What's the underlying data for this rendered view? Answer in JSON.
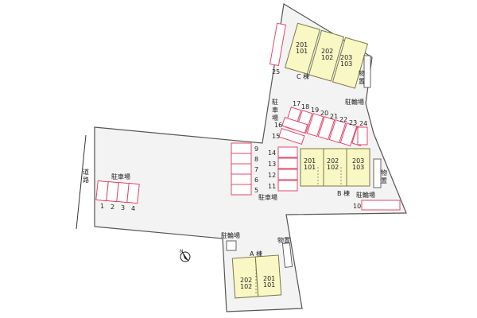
{
  "labels": {
    "road": "道路",
    "parking_left": "駐車場",
    "parking_mid": "駐車場",
    "parking_top": "駐\n車\n場",
    "bike_top": "駐輪場",
    "bike_b": "駐輪場",
    "bike_a": "駐輪場",
    "storage_c": "物\n置",
    "storage_b": "物\n置",
    "storage_a": "物置",
    "bldg_a": "A 棟",
    "bldg_b": "B 棟",
    "bldg_c": "C 棟"
  },
  "units": {
    "c": [
      {
        "top": "201",
        "bottom": "101"
      },
      {
        "top": "202",
        "bottom": "102"
      },
      {
        "top": "203",
        "bottom": "103"
      }
    ],
    "b": [
      {
        "top": "201",
        "bottom": "101"
      },
      {
        "top": "202",
        "bottom": "102"
      },
      {
        "top": "203",
        "bottom": "103"
      }
    ],
    "a": [
      {
        "top": "202",
        "bottom": "102"
      },
      {
        "top": "201",
        "bottom": "101"
      }
    ]
  },
  "parking": {
    "left": [
      "1",
      "2",
      "3",
      "4"
    ],
    "mid": [
      "9",
      "8",
      "7",
      "6",
      "5"
    ],
    "right": [
      "14",
      "13",
      "12",
      "11"
    ],
    "diagonal": [
      "17",
      "18",
      "19",
      "20",
      "21",
      "22",
      "23"
    ],
    "single": [
      "24",
      "25",
      "10",
      "16",
      "15"
    ]
  }
}
